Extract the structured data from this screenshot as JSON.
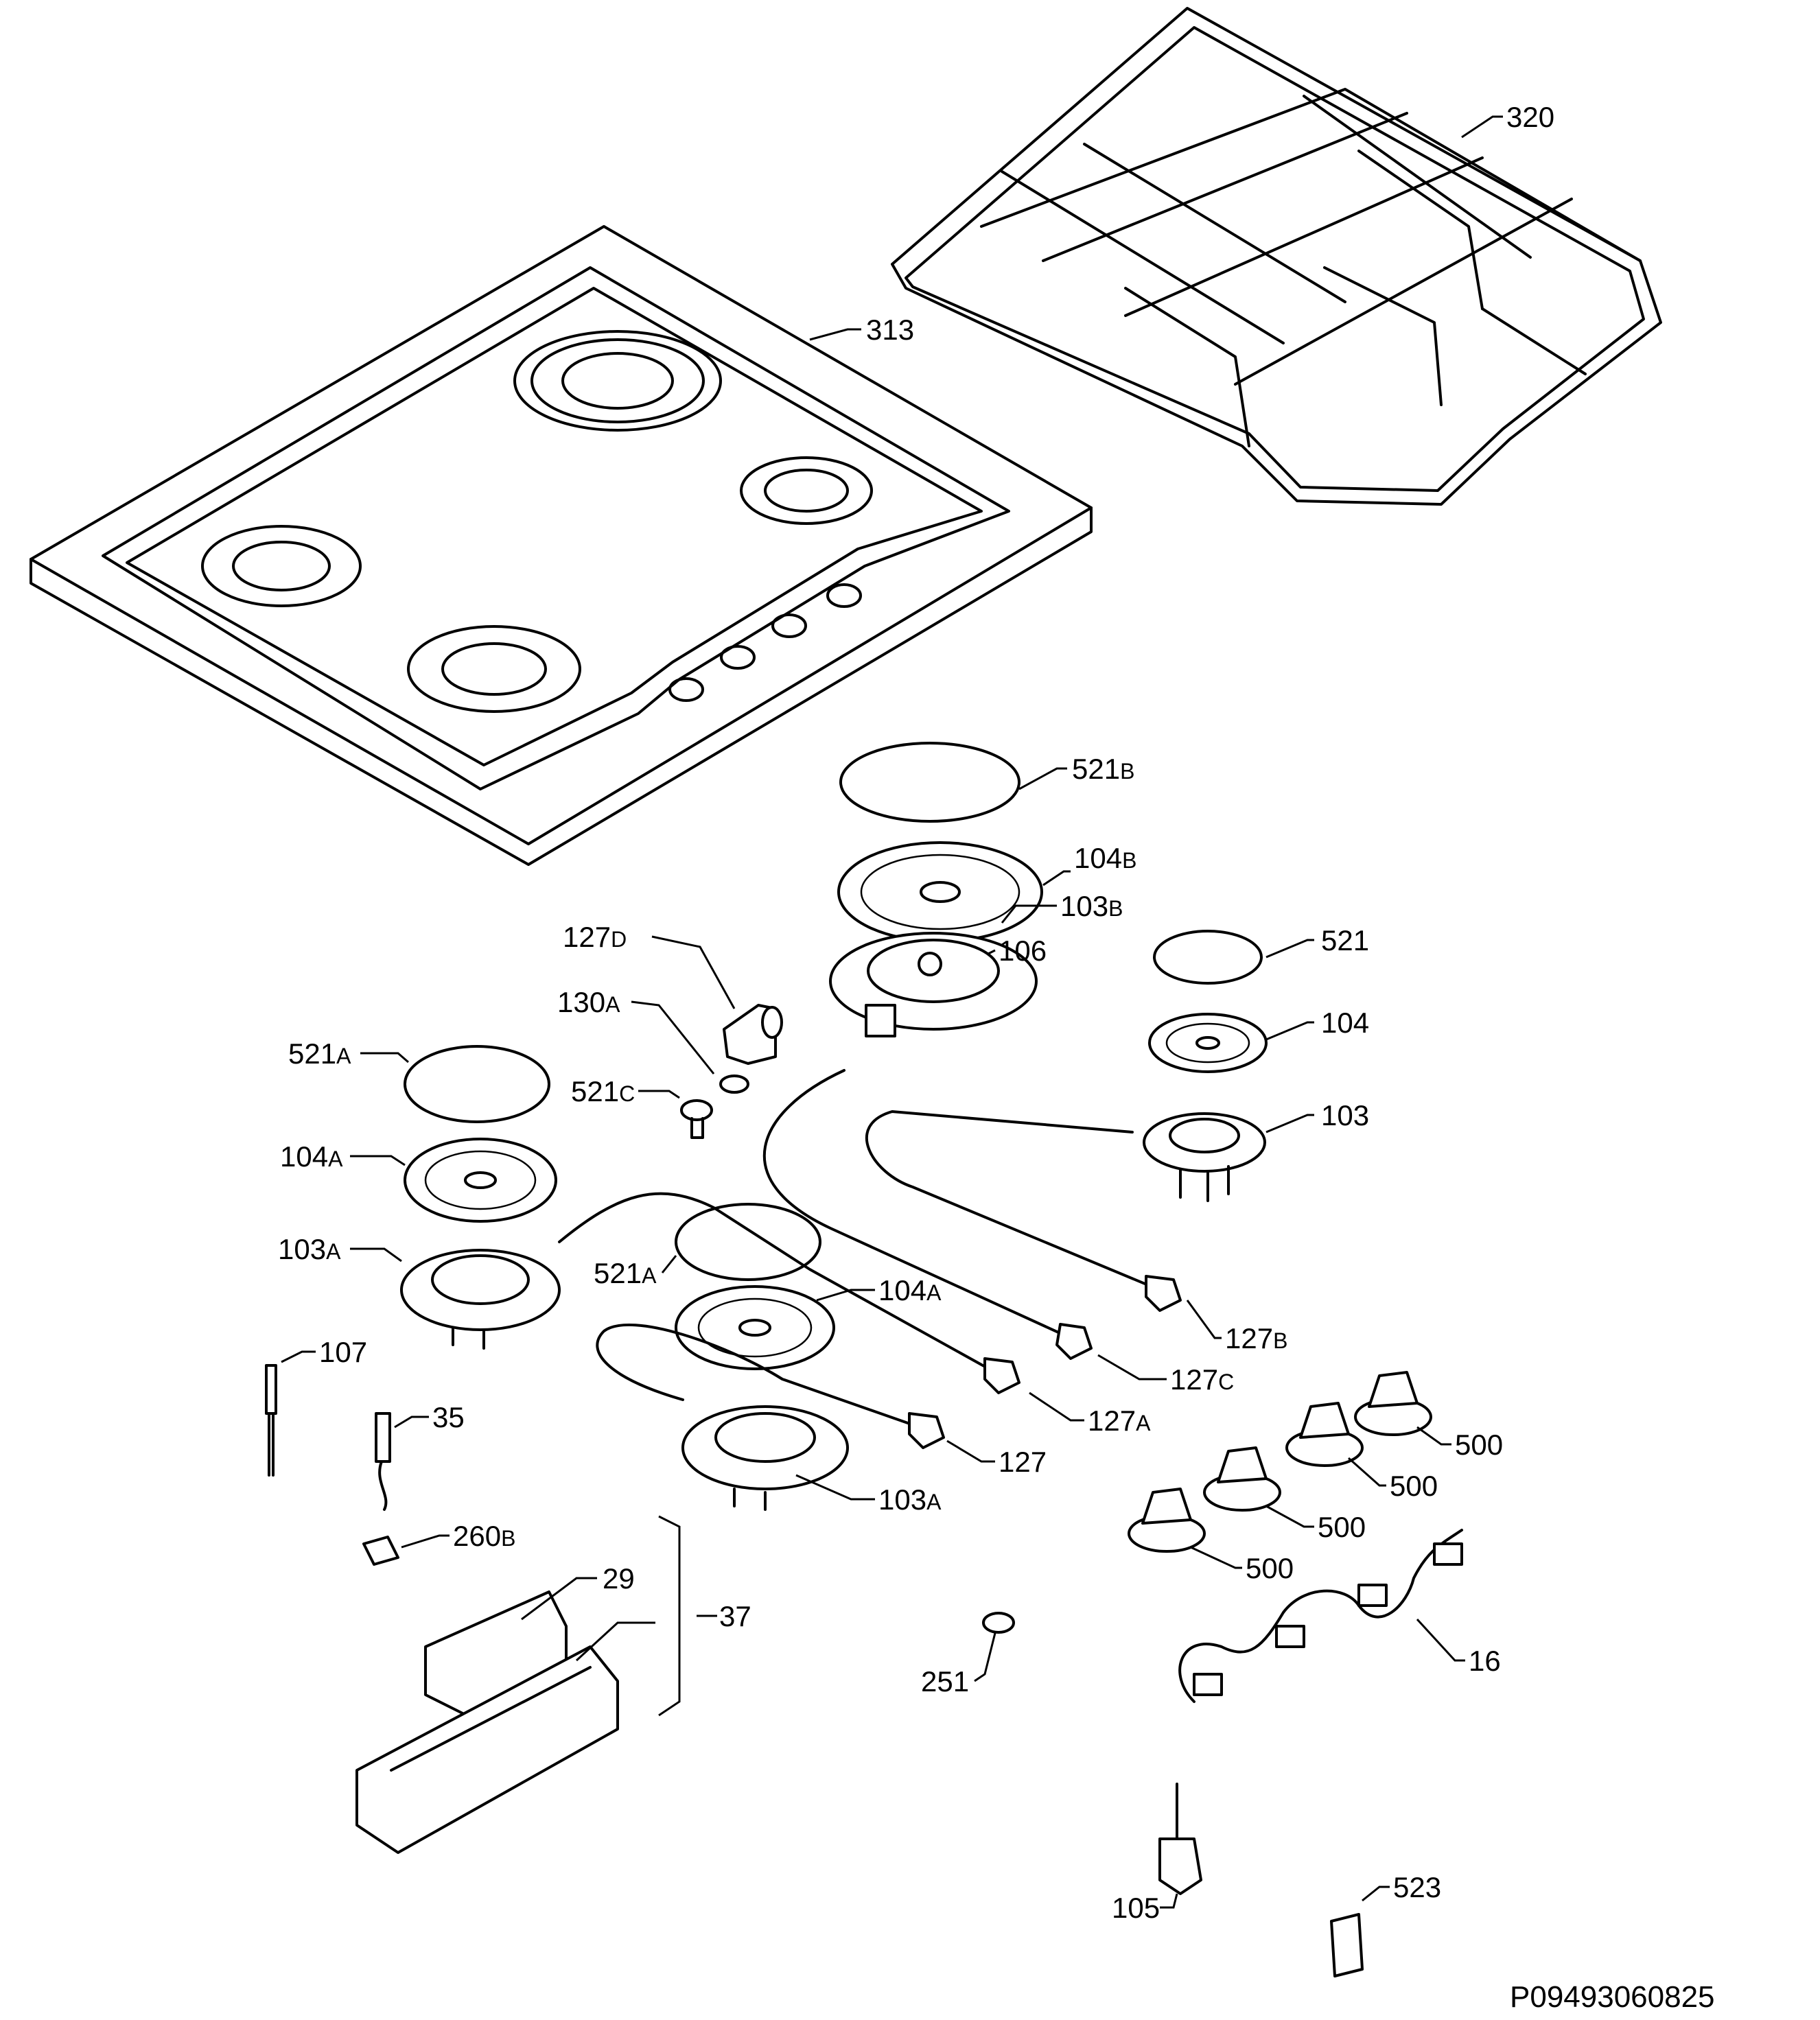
{
  "labels": {
    "320": "320",
    "313": "313",
    "521B_num": "521",
    "521B_sub": "B",
    "104B_num": "104",
    "104B_sub": "B",
    "103B_num": "103",
    "103B_sub": "B",
    "106": "106",
    "521": "521",
    "104": "104",
    "103": "103",
    "127D_num": "127",
    "127D_sub": "D",
    "130A_num": "130",
    "130A_sub": "A",
    "521A_1_num": "521",
    "521A_1_sub": "A",
    "521C_num": "521",
    "521C_sub": "C",
    "104A_1_num": "104",
    "104A_1_sub": "A",
    "103A_1_num": "103",
    "103A_1_sub": "A",
    "521A_2_num": "521",
    "521A_2_sub": "A",
    "104A_2_num": "104",
    "104A_2_sub": "A",
    "127B_num": "127",
    "127B_sub": "B",
    "127C_num": "127",
    "127C_sub": "C",
    "127A_num": "127",
    "127A_sub": "A",
    "127": "127",
    "103A_2_num": "103",
    "103A_2_sub": "A",
    "107": "107",
    "35": "35",
    "260B_num": "260",
    "260B_sub": "B",
    "29": "29",
    "37": "37",
    "251": "251",
    "500_1": "500",
    "500_2": "500",
    "500_3": "500",
    "500_4": "500",
    "16": "16",
    "105": "105",
    "523": "523"
  },
  "drawing_code": "P09493060825"
}
